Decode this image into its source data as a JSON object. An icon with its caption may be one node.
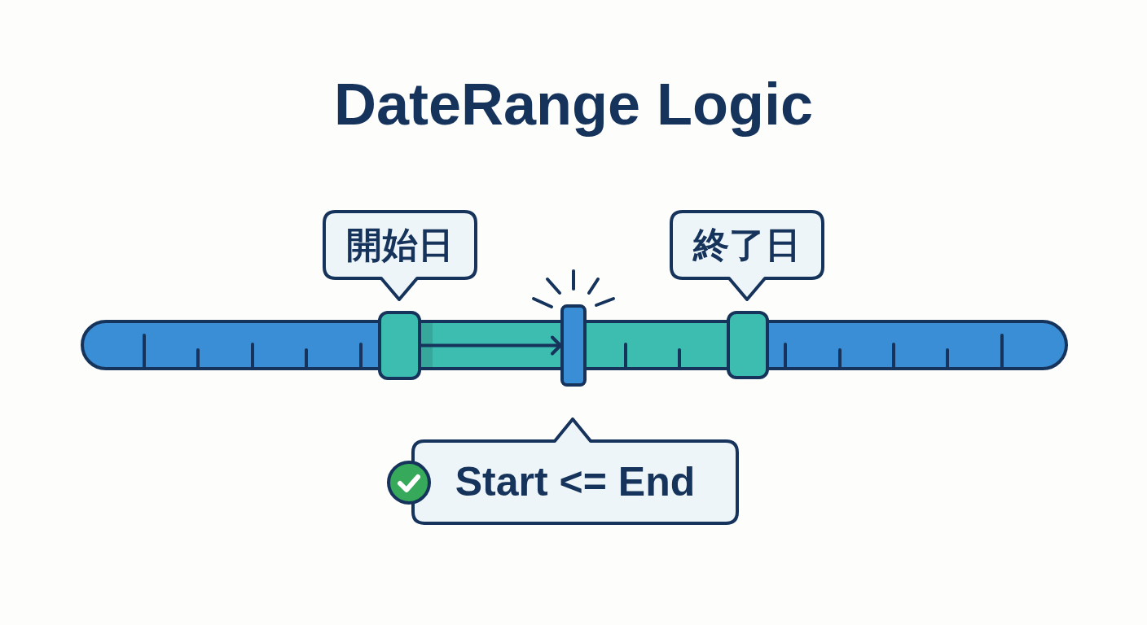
{
  "diagram": {
    "title": "DateRange Logic",
    "nodes": [
      {
        "text": [
          "開始日"
        ]
      },
      {
        "text": [
          "終了日"
        ]
      },
      {
        "text": [],
        "shape": "box"
      },
      {
        "text": [],
        "shape": "bar"
      },
      {
        "text": [],
        "shape": "box"
      },
      {
        "text": [
          "Start <= End"
        ]
      }
    ],
    "edges": [
      {
        "from": 2,
        "to": 3,
        "arrow": "to"
      }
    ]
  }
}
